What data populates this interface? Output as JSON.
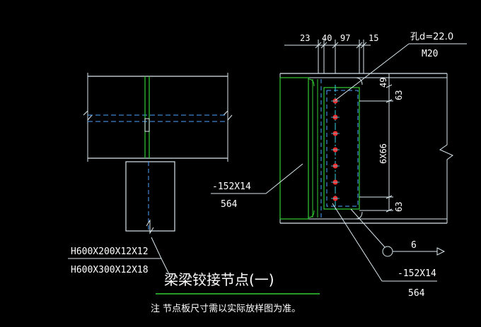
{
  "colors": {
    "background": "#000000",
    "steel": "#d9e7ee",
    "plate": "#33cc33",
    "hidden_line": "#4aa3ff",
    "text": "#ffffff",
    "bolt": "#ff2b2b",
    "cyan": "#33d6e6"
  },
  "dimensions": {
    "d1": "23",
    "d2": "40",
    "d3": "97",
    "d4": "15",
    "hole": "孔d=22.0",
    "bolt": "M20",
    "top_edge": "49",
    "top_pitch": "63",
    "bolt_spacing": "6X66",
    "bottom_pitch": "63"
  },
  "labels": {
    "plate_left_spec": "-152X14",
    "plate_left_len": "564",
    "plate_right_spec": "-152X14",
    "plate_right_len": "564",
    "section_ref": "6",
    "beam_primary": "H600X200X12X12",
    "beam_secondary": "H600X300X12X18"
  },
  "title": "梁梁铰接节点(一)",
  "note": "注 节点板尺寸需以实际放样图为准。",
  "bolt_count": 7
}
